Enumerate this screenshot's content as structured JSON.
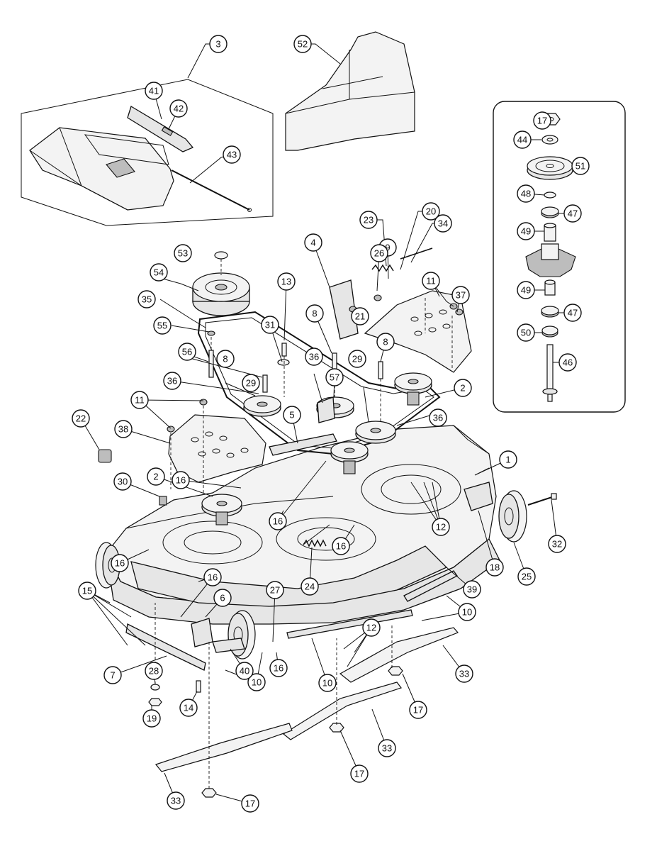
{
  "callouts": [
    "1",
    "2",
    "3",
    "4",
    "5",
    "6",
    "7",
    "8",
    "9",
    "10",
    "11",
    "12",
    "13",
    "14",
    "15",
    "16",
    "17",
    "18",
    "19",
    "20",
    "21",
    "22",
    "23",
    "24",
    "25",
    "26",
    "27",
    "28",
    "29",
    "30",
    "31",
    "32",
    "33",
    "34",
    "35",
    "36",
    "37",
    "38",
    "39",
    "40",
    "41",
    "42",
    "43",
    "44",
    "46",
    "47",
    "48",
    "49",
    "50",
    "51",
    "52",
    "53",
    "54",
    "55",
    "56",
    "57"
  ]
}
